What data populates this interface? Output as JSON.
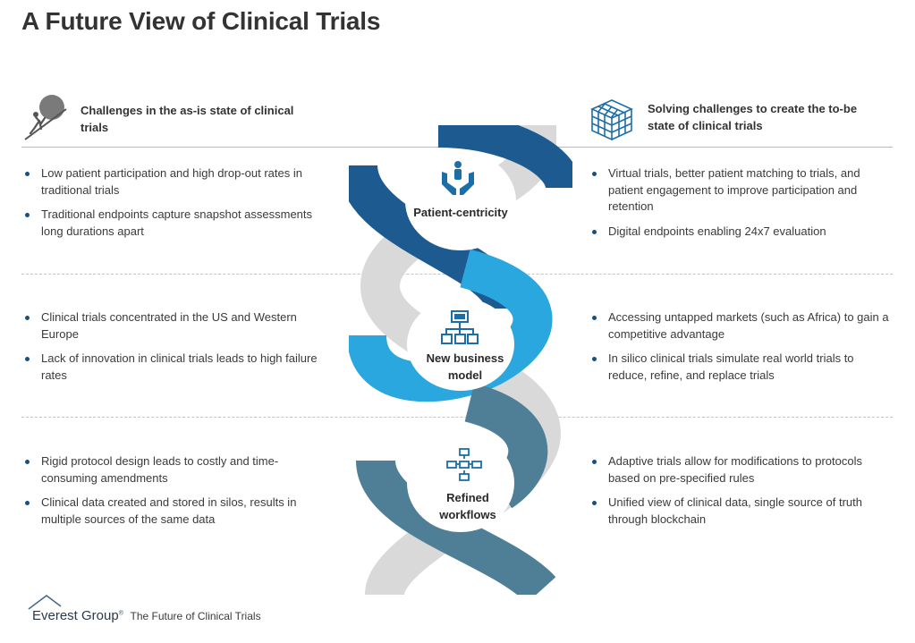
{
  "title": "A Future View of Clinical Trials",
  "left_header": "Challenges in the as-is state of clinical trials",
  "right_header": "Solving challenges to create the to-be state of clinical trials",
  "rows": [
    {
      "center_label": "Patient-centricity",
      "center_icon": "hands-person-icon",
      "left": [
        "Low patient participation and high drop-out rates in traditional trials",
        "Traditional endpoints capture snapshot assessments long durations apart"
      ],
      "right": [
        "Virtual trials, better patient matching to trials, and patient engagement to improve participation and retention",
        "Digital endpoints enabling 24x7 evaluation"
      ]
    },
    {
      "center_label": "New business model",
      "center_icon": "org-chart-icon",
      "left": [
        "Clinical trials concentrated in the US and Western Europe",
        "Lack of innovation in clinical trials leads to high failure rates"
      ],
      "right": [
        "Accessing untapped markets (such as Africa) to gain a competitive advantage",
        "In silico clinical trials simulate real world trials to reduce, refine, and replace trials"
      ]
    },
    {
      "center_label": "Refined workflows",
      "center_icon": "workflow-icon",
      "left": [
        "Rigid protocol design leads to costly and time-consuming amendments",
        "Clinical data created and stored in silos, results in multiple sources of the same data"
      ],
      "right": [
        "Adaptive trials allow for modifications to protocols based on pre-specified rules",
        "Unified view of clinical data, single source of truth through blockchain"
      ]
    }
  ],
  "footer": {
    "brand": "Everest Group",
    "registered": "®",
    "caption": "The Future of Clinical Trials"
  },
  "colors": {
    "dark_blue": "#1c5a8f",
    "bright_blue": "#2aa7de",
    "slate_blue": "#4f7f96",
    "grey_strand": "#d9d9d9",
    "icon_blue": "#1c6ea8"
  }
}
